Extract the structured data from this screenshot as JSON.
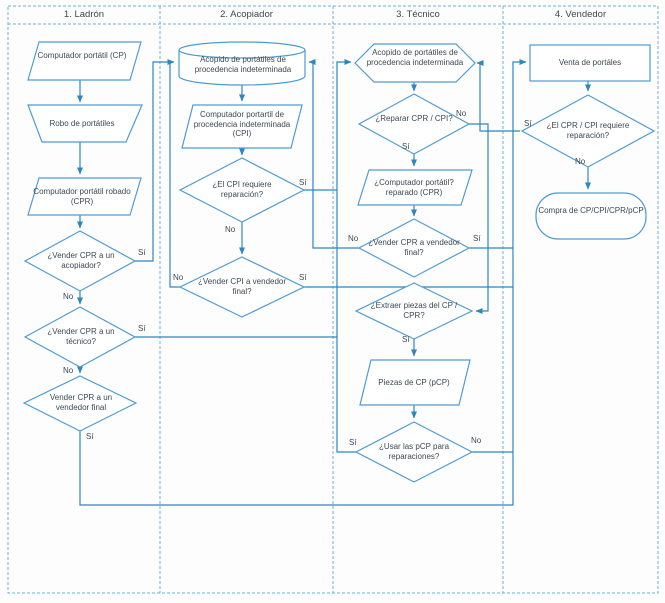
{
  "diagram": {
    "type": "swimlane-flowchart",
    "lanes": [
      {
        "title": "1. Ladrón"
      },
      {
        "title": "2. Acopiador"
      },
      {
        "title": "3. Técnico"
      },
      {
        "title": "4. Vendedor"
      }
    ],
    "nodes": {
      "cp": "Computador portátil (CP)",
      "robo": "Robo de portátiles",
      "cpr": "Computador portátil robado (CPR)",
      "vender_acopiador": "¿Vender CPR a un acopiador?",
      "vender_tecnico": "¿Vender CPR a un técnico?",
      "vender_final_ladron": "Vender CPR a un vendedor final",
      "acopio_acopiador": "Acopido de portátiles de procedencia indeterminada",
      "cpi": "Computador portartil de procedencia indeterminada (CPI)",
      "cpi_reparacion": "¿El CPI requiere reparación?",
      "vender_cpi_final": "¿Vender CPI a vendedor final?",
      "acopio_tecnico": "Acopido de portátiles de procedencia indeterminada",
      "reparar": "¿Reparar CPR / CPI?",
      "cpr_reparado": "¿Computador portátil? reparado (CPR)",
      "vender_cpr_final": "¿Vender CPR a vendedor final?",
      "extraer_piezas": "¿Extraer piezas del CP / CPR?",
      "piezas": "Piezas de CP (pCP)",
      "usar_pcp": "¿Usar las pCP para reparaciones?",
      "venta": "Venta de portáles",
      "cpr_cpi_reparacion": "¿El CPR / CPI requiere reparación?",
      "compra": "Compra de CP/CPI/CPR/pCP"
    },
    "labels": {
      "si": "Sí",
      "no": "No"
    },
    "colors": {
      "shape_stroke": "#4f9bd1",
      "connector": "#2e86c1",
      "lane_border": "#6fb0da",
      "text": "#3d4852"
    }
  }
}
